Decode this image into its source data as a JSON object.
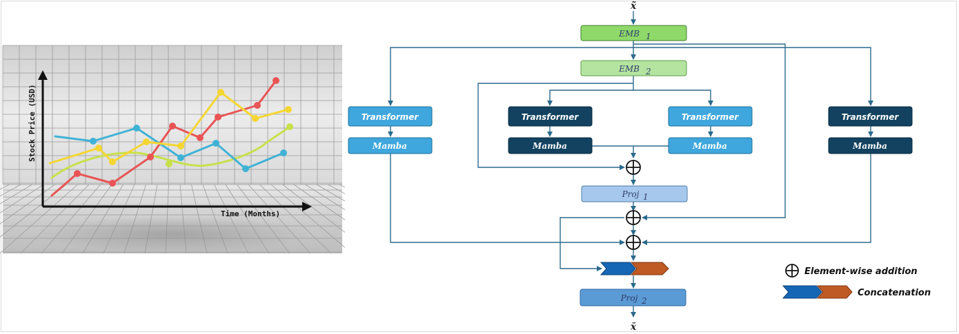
{
  "illustration": {
    "y_axis_label": "Stock Price (USD)",
    "x_axis_label": "Time (Months)",
    "series_colors": [
      "#e95454",
      "#f5d631",
      "#c8e04a",
      "#3fb2d6"
    ]
  },
  "diagram": {
    "input_label": "x̃",
    "output_label": "x̄",
    "emb1_label": "EMB",
    "emb1_sub": "1",
    "emb2_label": "EMB",
    "emb2_sub": "2",
    "proj1_label": "Proj",
    "proj1_sub": "1",
    "proj2_label": "Proj",
    "proj2_sub": "2",
    "branches": [
      {
        "transformer": "Transformer",
        "mamba": "Mamba"
      },
      {
        "transformer": "Transformer",
        "mamba": "Mamba"
      },
      {
        "transformer": "Transformer",
        "mamba": "Mamba"
      },
      {
        "transformer": "Transformer",
        "mamba": "Mamba"
      }
    ],
    "colors": {
      "emb1": "#8fd96a",
      "emb2": "#b4e4a0",
      "light_block": "#3fa7dd",
      "dark_block": "#12425f",
      "proj1": "#a6c8ec",
      "proj2": "#5b9bd5",
      "arrow": "#2b6a8c",
      "concat_blue": "#1566b5",
      "concat_orange": "#c05a24"
    }
  },
  "legend": {
    "add_label": "Element-wise addition",
    "concat_label": "Concatenation"
  }
}
